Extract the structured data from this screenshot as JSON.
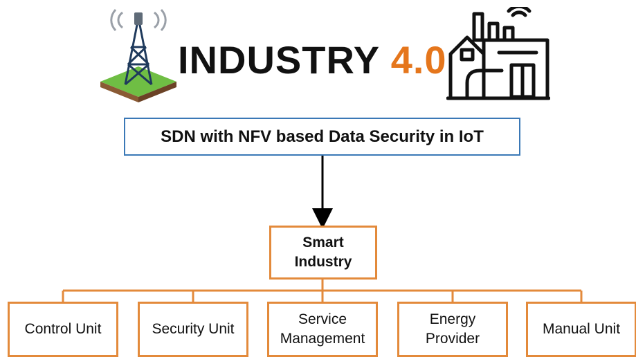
{
  "title": {
    "main": "INDUSTRY",
    "version": "4.0"
  },
  "icons": {
    "left": "cell-tower-icon",
    "right": "smart-factory-icon"
  },
  "colors": {
    "accent_orange": "#e5761c",
    "box_border_orange": "#e38a3b",
    "box_border_blue": "#3a78b6"
  },
  "diagram": {
    "top_box": "SDN with NFV based Data Security in IoT",
    "hub": {
      "line1": "Smart",
      "line2": "Industry"
    },
    "units": [
      {
        "line1": "Control Unit",
        "line2": ""
      },
      {
        "line1": "Security Unit",
        "line2": ""
      },
      {
        "line1": "Service",
        "line2": "Management"
      },
      {
        "line1": "Energy",
        "line2": "Provider"
      },
      {
        "line1": "Manual Unit",
        "line2": ""
      }
    ]
  }
}
